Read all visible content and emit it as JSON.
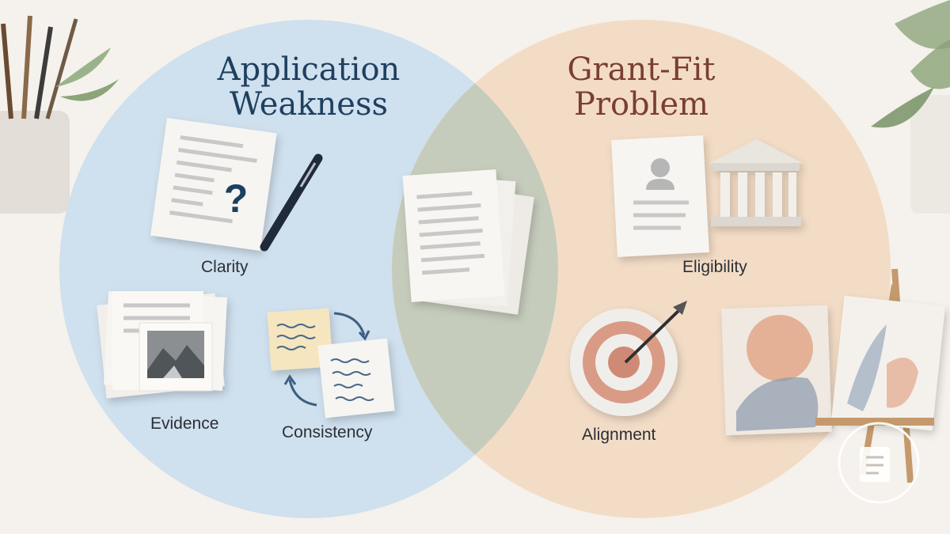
{
  "left_circle": {
    "title_line1": "Application",
    "title_line2": "Weakness",
    "items": [
      {
        "label": "Clarity",
        "icon": "question-document-icon"
      },
      {
        "label": "Evidence",
        "icon": "photo-stack-icon"
      },
      {
        "label": "Consistency",
        "icon": "sync-notes-icon"
      }
    ],
    "color": "#cfe0ee"
  },
  "right_circle": {
    "title_line1": "Grant-Fit",
    "title_line2": "Problem",
    "items": [
      {
        "label": "Eligibility",
        "icon": "profile-institution-icon"
      },
      {
        "label": "Alignment",
        "icon": "target-artwork-icon"
      }
    ],
    "color": "#f3dcc6"
  },
  "overlap": {
    "icon": "document-stack-icon",
    "color": "#c6ccbc"
  }
}
